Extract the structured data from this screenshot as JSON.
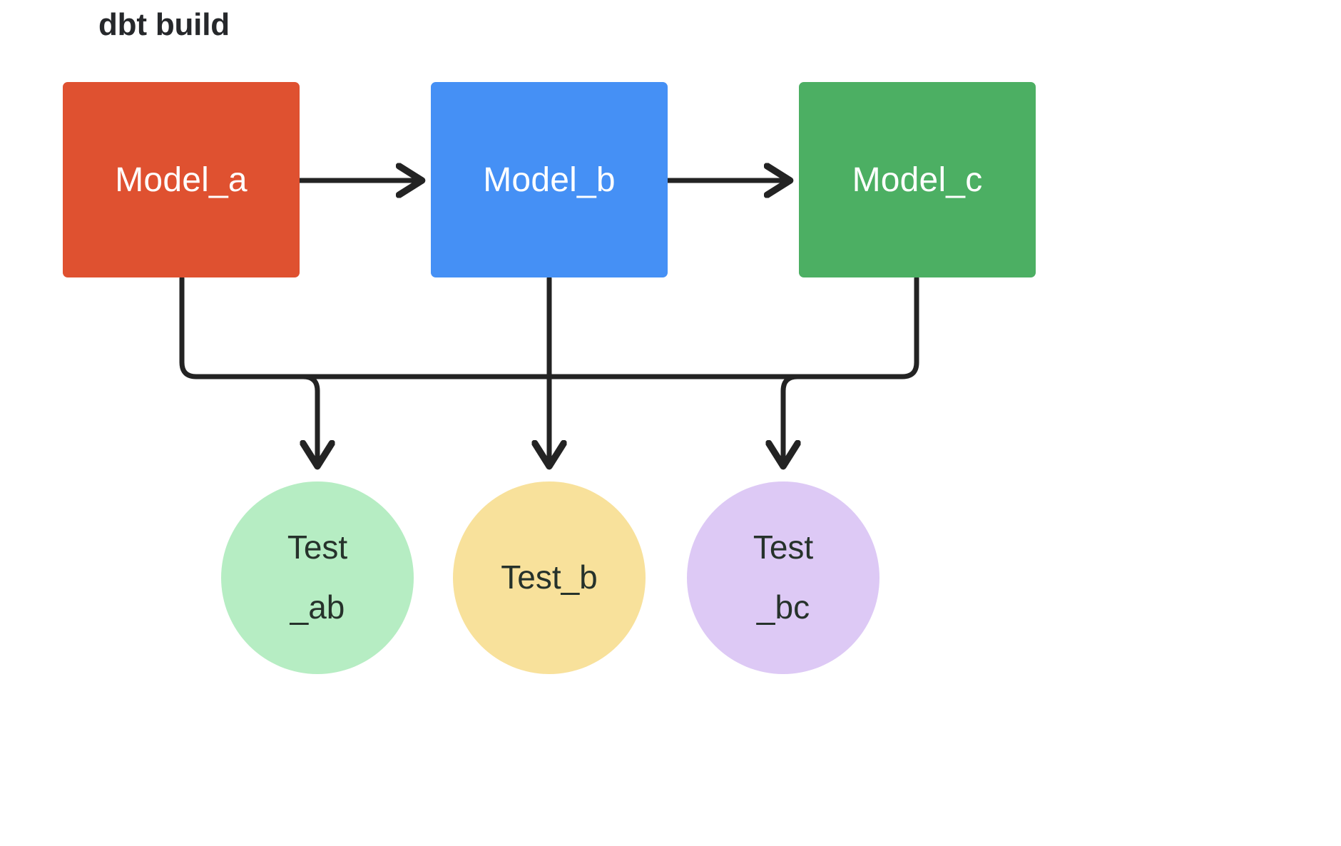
{
  "diagram": {
    "title": "dbt build",
    "title_color": "#26282B",
    "background": "#FFFFFF",
    "edge_color": "#232323"
  },
  "models": [
    {
      "id": "model_a",
      "label": "Model_a",
      "color": "#DF5130",
      "text_color": "#FFFFFF",
      "shape": "rounded-rect"
    },
    {
      "id": "model_b",
      "label": "Model_b",
      "color": "#4590F5",
      "text_color": "#FFFFFF",
      "shape": "rounded-rect"
    },
    {
      "id": "model_c",
      "label": "Model_c",
      "color": "#4CAF63",
      "text_color": "#FFFFFF",
      "shape": "rounded-rect"
    }
  ],
  "tests": [
    {
      "id": "test_ab",
      "label": "Test_ab",
      "line1": "Test",
      "line2": "_ab",
      "color": "#B6EDC3",
      "text_color": "#26322B",
      "shape": "circle"
    },
    {
      "id": "test_b",
      "label": "Test_b",
      "line1": "Test_b",
      "line2": "",
      "color": "#F8E19B",
      "text_color": "#26322B",
      "shape": "circle"
    },
    {
      "id": "test_bc",
      "label": "Test_bc",
      "line1": "Test",
      "line2": "_bc",
      "color": "#DDC9F5",
      "text_color": "#26322B",
      "shape": "circle"
    }
  ],
  "edges": [
    {
      "id": "a-to-b",
      "from": "model_a",
      "to": "model_b",
      "style": "straight-arrow"
    },
    {
      "id": "b-to-c",
      "from": "model_b",
      "to": "model_c",
      "style": "straight-arrow"
    },
    {
      "id": "a-to-test-ab",
      "from": "model_a",
      "to": "test_ab",
      "style": "orthogonal-arrow"
    },
    {
      "id": "b-to-test-ab",
      "from": "model_b",
      "to": "test_ab",
      "style": "orthogonal-arrow"
    },
    {
      "id": "b-to-test-b",
      "from": "model_b",
      "to": "test_b",
      "style": "straight-arrow"
    },
    {
      "id": "b-to-test-bc",
      "from": "model_b",
      "to": "test_bc",
      "style": "orthogonal-arrow"
    },
    {
      "id": "c-to-test-bc",
      "from": "model_c",
      "to": "test_bc",
      "style": "orthogonal-arrow"
    }
  ]
}
